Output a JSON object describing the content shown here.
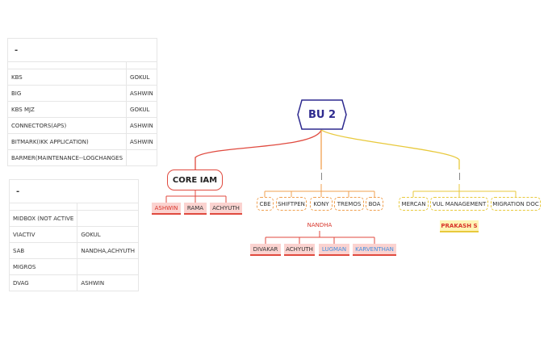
{
  "table1": {
    "title": "-",
    "rows": [
      {
        "k": "KBS",
        "v": "GOKUL"
      },
      {
        "k": "BIG",
        "v": "ASHWIN"
      },
      {
        "k": "KBS MJZ",
        "v": "GOKUL"
      },
      {
        "k": "CONNECTORS(APS)",
        "v": "ASHWIN"
      },
      {
        "k": "BITMARK(IKK APPLICATION)",
        "v": "ASHWIN"
      },
      {
        "k": "BARMER(MAINTENANCE--LOGCHANGES",
        "v": ""
      }
    ]
  },
  "table2": {
    "title": "-",
    "rows": [
      {
        "k": "MIDBOX (NOT ACTIVE",
        "v": ""
      },
      {
        "k": "VIACTIV",
        "v": "GOKUL"
      },
      {
        "k": "SAB",
        "v": "NANDHA,ACHYUTH"
      },
      {
        "k": "MIGROS",
        "v": ""
      },
      {
        "k": "DVAG",
        "v": "ASHWIN"
      }
    ]
  },
  "diagram": {
    "root": "BU 2",
    "core_iam": {
      "label": "CORE IAM",
      "members": [
        "ASHWIN",
        "RAMA",
        "ACHYUTH"
      ]
    },
    "orange_group": {
      "apps": [
        "CBE",
        "SHIFTPEN",
        "KONY",
        "TREMOS",
        "BOA"
      ],
      "owner": "NANDHA",
      "members": [
        "DIVAKAR",
        "ACHYUTH",
        "LUGMAN",
        "KARVENTHAN"
      ]
    },
    "yellow_group": {
      "apps": [
        "MERCAN",
        "VUL MANAGEMENT",
        "MIGRATION DOC"
      ],
      "owner": "PRAKASH S"
    },
    "colors": {
      "root": "#2e2a8f",
      "red_branch": "#e04a3f",
      "orange_branch": "#f0a050",
      "yellow_branch": "#e8c93c",
      "member_fill": "#fbd3d0",
      "highlight_text": "#3f8fe0"
    }
  }
}
